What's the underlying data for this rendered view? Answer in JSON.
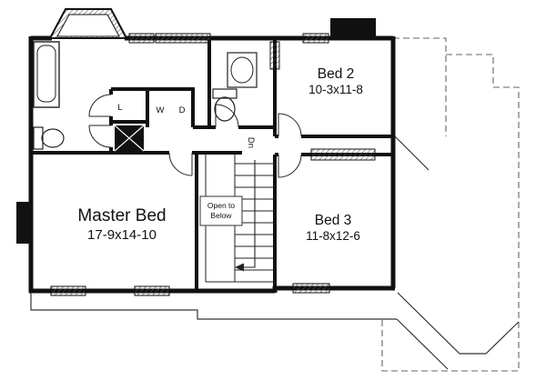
{
  "plan": {
    "rooms": {
      "master": {
        "name": "Master Bed",
        "dims": "17-9x14-10"
      },
      "bed2": {
        "name": "Bed 2",
        "dims": "10-3x11-8"
      },
      "bed3": {
        "name": "Bed 3",
        "dims": "11-8x12-6"
      }
    },
    "stairs": {
      "direction": "Dn",
      "open_line1": "Open to",
      "open_line2": "Below"
    },
    "closets": {
      "washer": "W",
      "dryer": "D",
      "linen": "L"
    }
  }
}
